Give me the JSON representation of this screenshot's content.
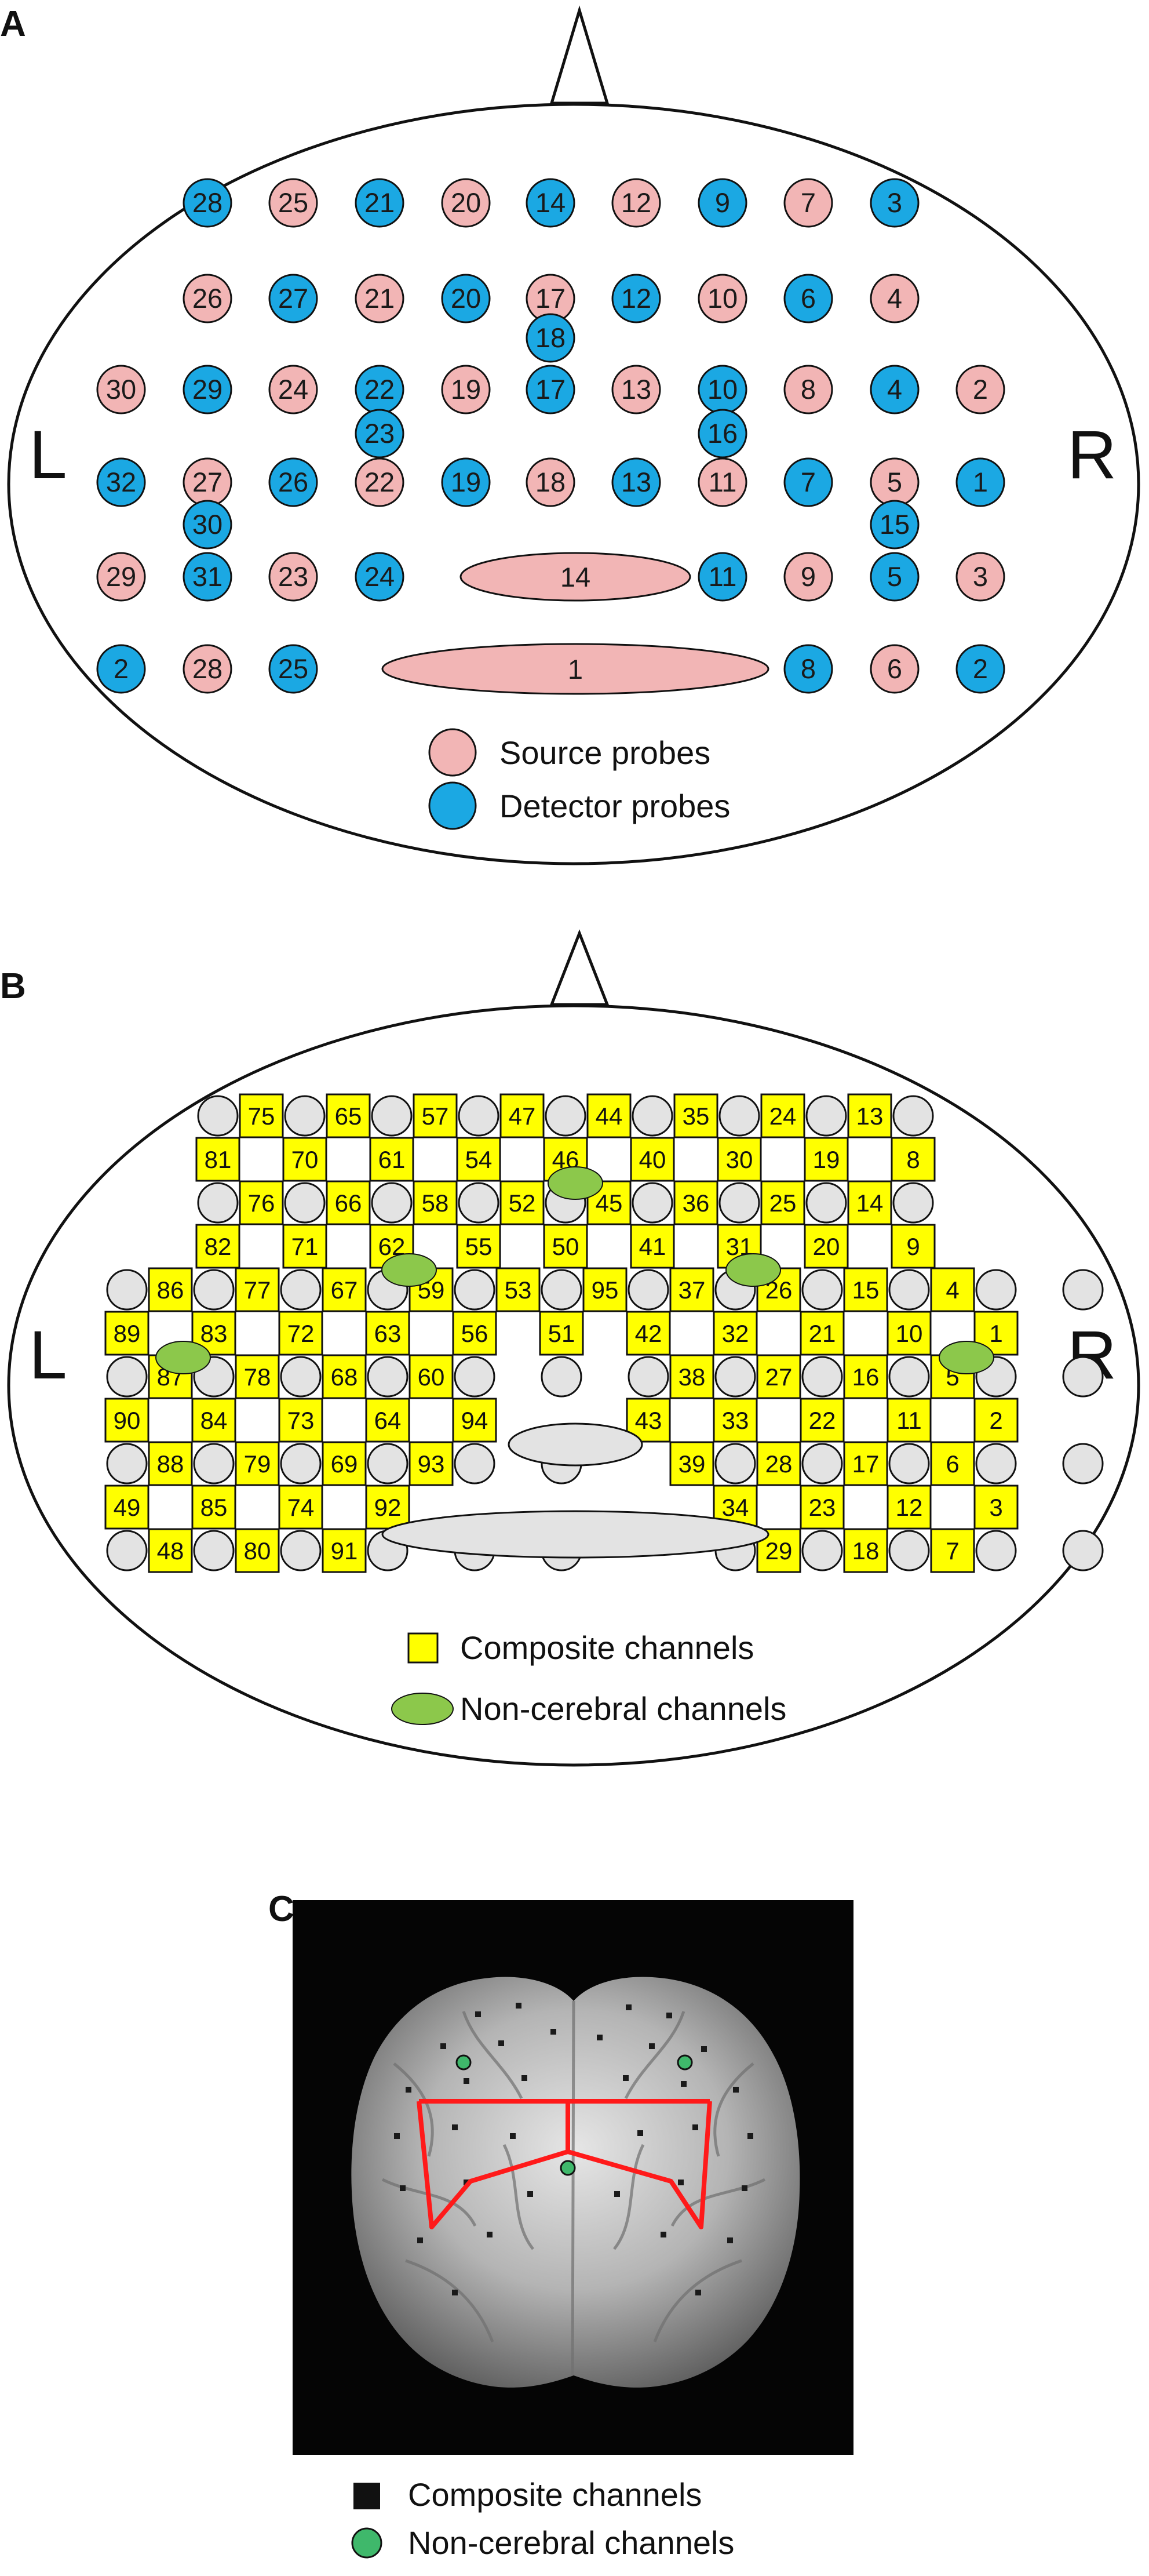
{
  "colors": {
    "source": "#f2b5b5",
    "detector": "#1ba8e3",
    "composite": "#ffff00",
    "noncerebral": "#8cc84b",
    "unused_probe": "#e3e3e3",
    "brain_bg": "#050505",
    "outline_red": "#ff1a1a",
    "dot_green": "#3fb86b"
  },
  "panel_a": {
    "label": "A",
    "left": "L",
    "right": "R",
    "probes": [
      {
        "n": "28",
        "t": "d"
      },
      {
        "n": "25",
        "t": "s"
      },
      {
        "n": "21",
        "t": "d"
      },
      {
        "n": "20",
        "t": "s"
      },
      {
        "n": "14",
        "t": "d"
      },
      {
        "n": "12",
        "t": "s"
      },
      {
        "n": "9",
        "t": "d"
      },
      {
        "n": "7",
        "t": "s"
      },
      {
        "n": "3",
        "t": "d"
      },
      {
        "n": "26",
        "t": "s"
      },
      {
        "n": "27",
        "t": "d"
      },
      {
        "n": "21",
        "t": "s"
      },
      {
        "n": "20",
        "t": "d"
      },
      {
        "n": "17",
        "t": "s"
      },
      {
        "n": "12",
        "t": "d"
      },
      {
        "n": "10",
        "t": "s"
      },
      {
        "n": "6",
        "t": "d"
      },
      {
        "n": "4",
        "t": "s"
      },
      {
        "n": "18",
        "t": "d"
      },
      {
        "n": "30",
        "t": "s"
      },
      {
        "n": "29",
        "t": "d"
      },
      {
        "n": "24",
        "t": "s"
      },
      {
        "n": "22",
        "t": "d"
      },
      {
        "n": "19",
        "t": "s"
      },
      {
        "n": "17",
        "t": "d"
      },
      {
        "n": "13",
        "t": "s"
      },
      {
        "n": "10",
        "t": "d"
      },
      {
        "n": "8",
        "t": "s"
      },
      {
        "n": "4",
        "t": "d"
      },
      {
        "n": "2",
        "t": "s"
      },
      {
        "n": "23",
        "t": "d"
      },
      {
        "n": "16",
        "t": "d"
      },
      {
        "n": "32",
        "t": "d"
      },
      {
        "n": "27",
        "t": "s"
      },
      {
        "n": "26",
        "t": "d"
      },
      {
        "n": "22",
        "t": "s"
      },
      {
        "n": "19",
        "t": "d"
      },
      {
        "n": "18",
        "t": "s"
      },
      {
        "n": "13",
        "t": "d"
      },
      {
        "n": "11",
        "t": "s"
      },
      {
        "n": "7",
        "t": "d"
      },
      {
        "n": "5",
        "t": "s"
      },
      {
        "n": "1",
        "t": "d"
      },
      {
        "n": "30",
        "t": "d"
      },
      {
        "n": "15",
        "t": "d"
      },
      {
        "n": "29",
        "t": "s"
      },
      {
        "n": "31",
        "t": "d"
      },
      {
        "n": "23",
        "t": "s"
      },
      {
        "n": "24",
        "t": "d"
      },
      {
        "n": "11",
        "t": "d"
      },
      {
        "n": "9",
        "t": "s"
      },
      {
        "n": "5",
        "t": "d"
      },
      {
        "n": "3",
        "t": "s"
      },
      {
        "n": "2",
        "t": "d"
      },
      {
        "n": "28",
        "t": "s"
      },
      {
        "n": "25",
        "t": "d"
      },
      {
        "n": "8",
        "t": "d"
      },
      {
        "n": "6",
        "t": "s"
      },
      {
        "n": "2",
        "t": "d"
      }
    ],
    "ellipse_probes": [
      "14",
      "1"
    ],
    "legend": {
      "source": "Source probes",
      "detector": "Detector probes"
    }
  },
  "panel_b": {
    "label": "B",
    "left": "L",
    "right": "R",
    "channels": [
      "75",
      "65",
      "57",
      "47",
      "44",
      "35",
      "24",
      "13",
      "81",
      "70",
      "61",
      "54",
      "46",
      "40",
      "30",
      "19",
      "8",
      "76",
      "66",
      "58",
      "52",
      "45",
      "36",
      "25",
      "14",
      "82",
      "71",
      "62",
      "55",
      "50",
      "41",
      "31",
      "20",
      "9",
      "86",
      "77",
      "67",
      "59",
      "53",
      "95",
      "37",
      "26",
      "15",
      "4",
      "89",
      "83",
      "72",
      "63",
      "56",
      "51",
      "42",
      "32",
      "21",
      "10",
      "1",
      "87",
      "78",
      "68",
      "60",
      "38",
      "27",
      "16",
      "5",
      "90",
      "84",
      "73",
      "64",
      "94",
      "43",
      "33",
      "22",
      "11",
      "2",
      "88",
      "79",
      "69",
      "93",
      "39",
      "28",
      "17",
      "6",
      "49",
      "85",
      "74",
      "92",
      "34",
      "23",
      "12",
      "3",
      "48",
      "80",
      "91",
      "29",
      "18",
      "7"
    ],
    "legend": {
      "composite": "Composite channels",
      "noncerebral": "Non-cerebral channels"
    }
  },
  "panel_c": {
    "label": "C",
    "legend": {
      "composite": "Composite channels",
      "noncerebral": "Non-cerebral channels"
    }
  }
}
